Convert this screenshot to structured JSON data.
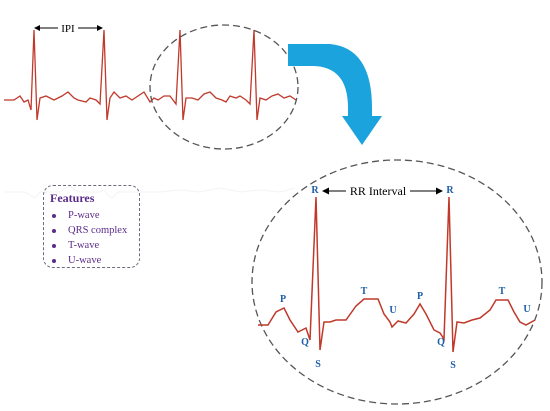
{
  "labels": {
    "ipi": "IPI",
    "rr_interval": "RR Interval",
    "peaks": [
      "P",
      "Q",
      "R",
      "S",
      "T",
      "U",
      "P",
      "Q",
      "R",
      "S",
      "T",
      "U"
    ]
  },
  "features": {
    "title": "Features",
    "items": [
      "P-wave",
      "QRS complex",
      "T-wave",
      "U-wave"
    ]
  },
  "colors": {
    "ecg_line": "#c0392b",
    "arrow": "#1aa3dc",
    "label_blue": "#1f5fa8",
    "features_text": "#5b2c8a",
    "dashed_border": "#6a6a80"
  }
}
